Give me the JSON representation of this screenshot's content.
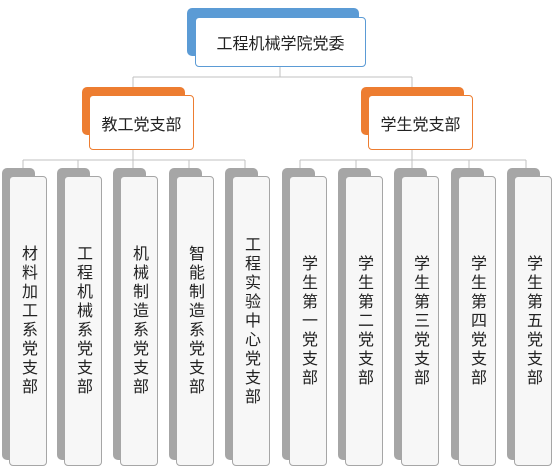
{
  "colors": {
    "root_accent": "#5b9bd5",
    "branch_accent": "#ed7d31",
    "leaf_accent": "#a6a6a6",
    "line": "#c0c0c0"
  },
  "root": {
    "label": "工程机械学院党委"
  },
  "branches": [
    {
      "label": "教工党支部",
      "leaves": [
        "材料加工系党支部",
        "工程机械系党支部",
        "机械制造系党支部",
        "智能制造系党支部",
        "工程实验中心党支部"
      ]
    },
    {
      "label": "学生党支部",
      "leaves": [
        "学生第一党支部",
        "学生第二党支部",
        "学生第三党支部",
        "学生第四党支部",
        "学生第五党支部"
      ]
    }
  ]
}
